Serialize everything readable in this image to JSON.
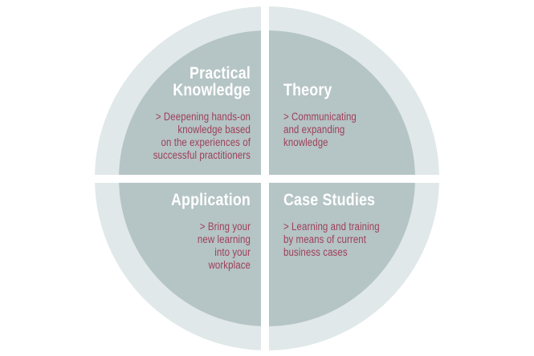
{
  "diagram": {
    "type": "four-quadrant-circle",
    "colors": {
      "background": "#ffffff",
      "outer_ring": "#e0e8e9",
      "inner_circle": "#b5c4c5",
      "divider": "#ffffff",
      "heading": "#ffffff",
      "body_text": "#9d4059"
    },
    "quadrants": [
      {
        "id": "practical-knowledge",
        "position": "top-left",
        "title": "Practical\nKnowledge",
        "body": "> Deepening hands-on\nknowledge based\non the experiences of\nsuccessful practitioners"
      },
      {
        "id": "theory",
        "position": "top-right",
        "title": "Theory",
        "body": "> Communicating\nand expanding\nknowledge"
      },
      {
        "id": "application",
        "position": "bottom-left",
        "title": "Application",
        "body": "> Bring your\nnew learning\ninto your\nworkplace"
      },
      {
        "id": "case-studies",
        "position": "bottom-right",
        "title": "Case Studies",
        "body": "> Learning and training\nby means of current\nbusiness cases"
      }
    ]
  }
}
